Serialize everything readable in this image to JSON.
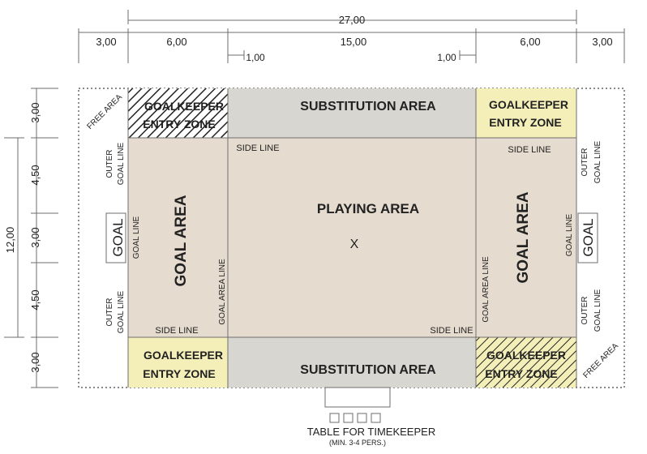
{
  "dimensions": {
    "total_width": "27,00",
    "free_left": "3,00",
    "goal_left": "6,00",
    "center": "15,00",
    "goal_right": "6,00",
    "free_right": "3,00",
    "offset_left": "1,00",
    "offset_right": "1,00",
    "total_height": "12,00",
    "side_top": "3,00",
    "upper": "4,50",
    "middle": "3,00",
    "lower": "4,50",
    "side_bottom": "3,00"
  },
  "areas": {
    "playing": "PLAYING AREA",
    "goal_area": "GOAL AREA",
    "substitution": "SUBSTITUTION AREA",
    "gk_entry_line1": "GOALKEEPER",
    "gk_entry_line2": "ENTRY ZONE",
    "free_area": "FREE AREA",
    "center_mark": "X"
  },
  "lines": {
    "side_line": "SIDE LINE",
    "goal_line": "GOAL LINE",
    "goal_area_line": "GOAL AREA LINE",
    "outer_goal_line_1": "OUTER",
    "outer_goal_line_2": "GOAL LINE",
    "goal": "GOAL"
  },
  "table": {
    "label": "TABLE FOR TIMEKEEPER",
    "note": "(MIN. 3-4 PERS.)"
  },
  "colors": {
    "field": "#e5dccf",
    "substitution": "#d8d6d0",
    "entry_zone": "#f4efb8",
    "line": "#6e6e6e"
  }
}
